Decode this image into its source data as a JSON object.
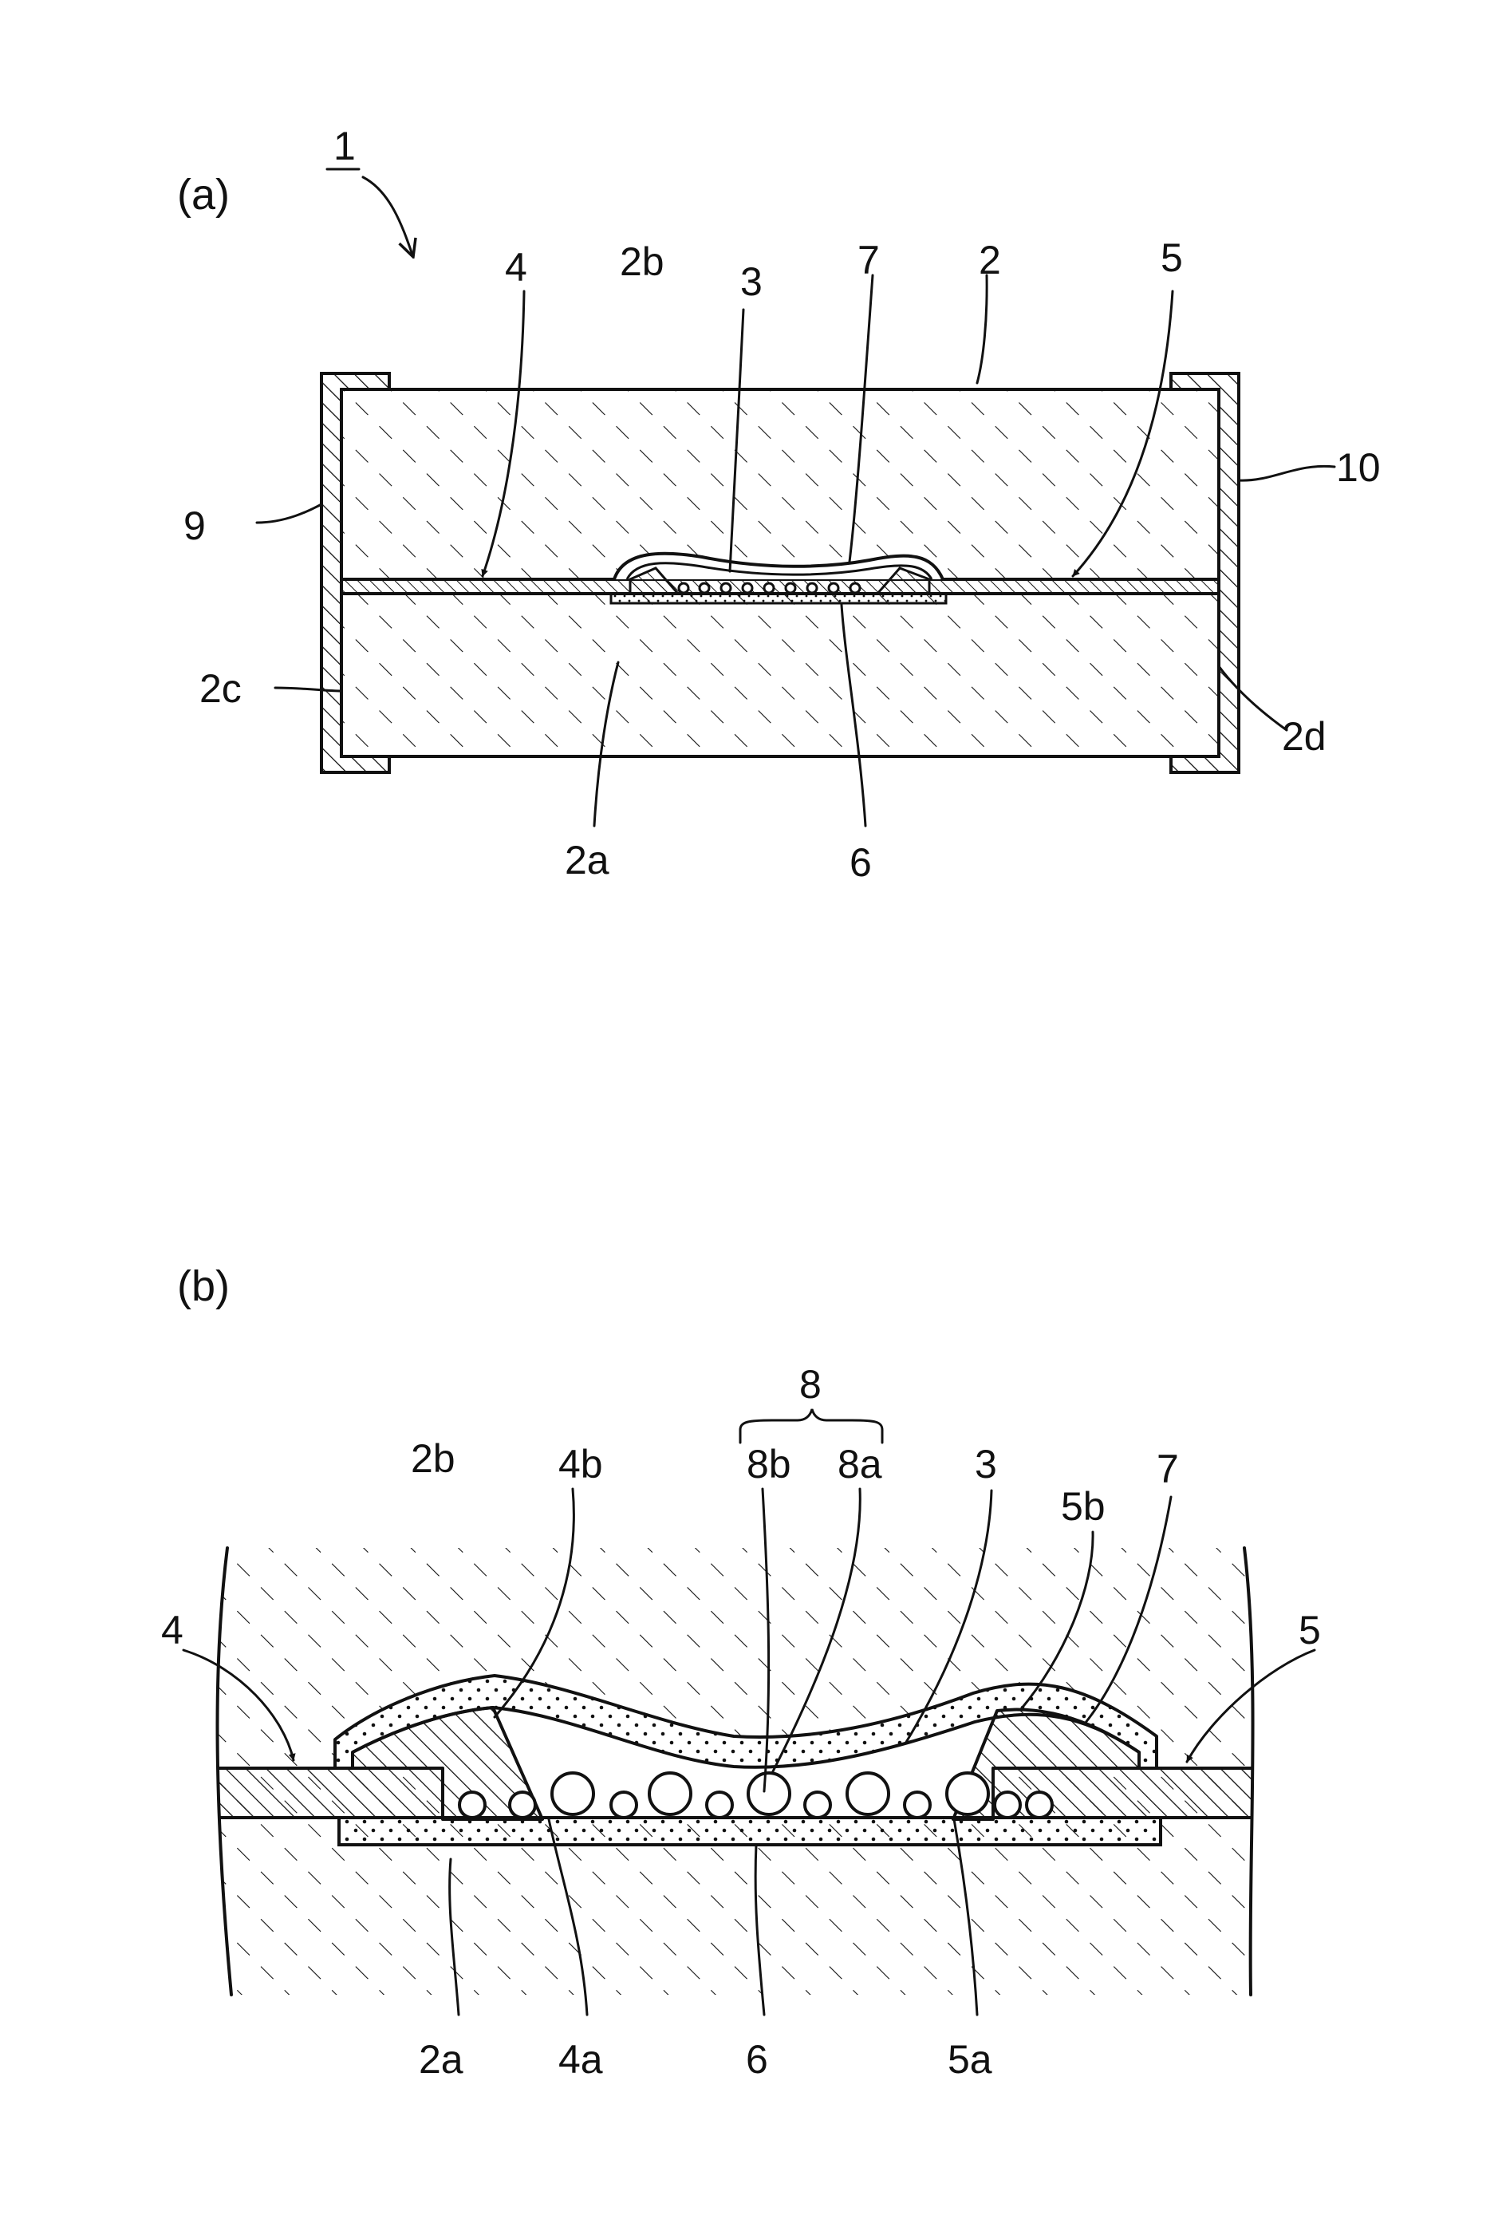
{
  "figure": {
    "panel_a": {
      "panel_label": "(a)",
      "device_ref": "1",
      "refs": {
        "top_layer": "2b",
        "bottom_layer": "2a",
        "body": "2",
        "ref_3": "3",
        "ref_4": "4",
        "ref_5": "5",
        "ref_6": "6",
        "ref_7": "7",
        "ref_9": "9",
        "ref_10": "10",
        "side_left": "2c",
        "side_right": "2d"
      }
    },
    "panel_b": {
      "panel_label": "(b)",
      "refs": {
        "group_8": "8",
        "ref_8a": "8a",
        "ref_8b": "8b",
        "top_layer": "2b",
        "bottom_layer": "2a",
        "ref_3": "3",
        "ref_4": "4",
        "ref_4a": "4a",
        "ref_4b": "4b",
        "ref_5": "5",
        "ref_5a": "5a",
        "ref_5b": "5b",
        "ref_6": "6",
        "ref_7": "7"
      }
    }
  },
  "colors": {
    "ink": "#111111",
    "background": "#ffffff"
  }
}
